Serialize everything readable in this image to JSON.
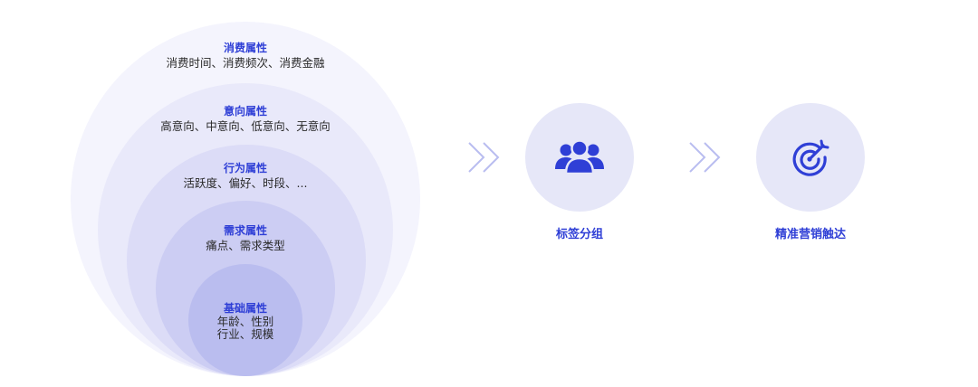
{
  "layers": [
    {
      "title": "消费属性",
      "desc": "消费时间、消费频次、消费金融"
    },
    {
      "title": "意向属性",
      "desc": "高意向、中意向、低意向、无意向"
    },
    {
      "title": "行为属性",
      "desc": "活跃度、偏好、时段、..."
    },
    {
      "title": "需求属性",
      "desc": "痛点、需求类型"
    },
    {
      "title": "基础属性",
      "desc_lines": [
        "年龄、性别",
        "行业、规模"
      ]
    }
  ],
  "steps": [
    {
      "label": "标签分组",
      "icon": "user-group-icon"
    },
    {
      "label": "精准营销触达",
      "icon": "target-icon"
    }
  ],
  "colors": {
    "accent": "#2f3fd6",
    "ring_outer": "#f4f4fd",
    "ring_inner": "#babdef",
    "step_circle": "#e6e7f8",
    "chevron": "#b9bdf0"
  }
}
